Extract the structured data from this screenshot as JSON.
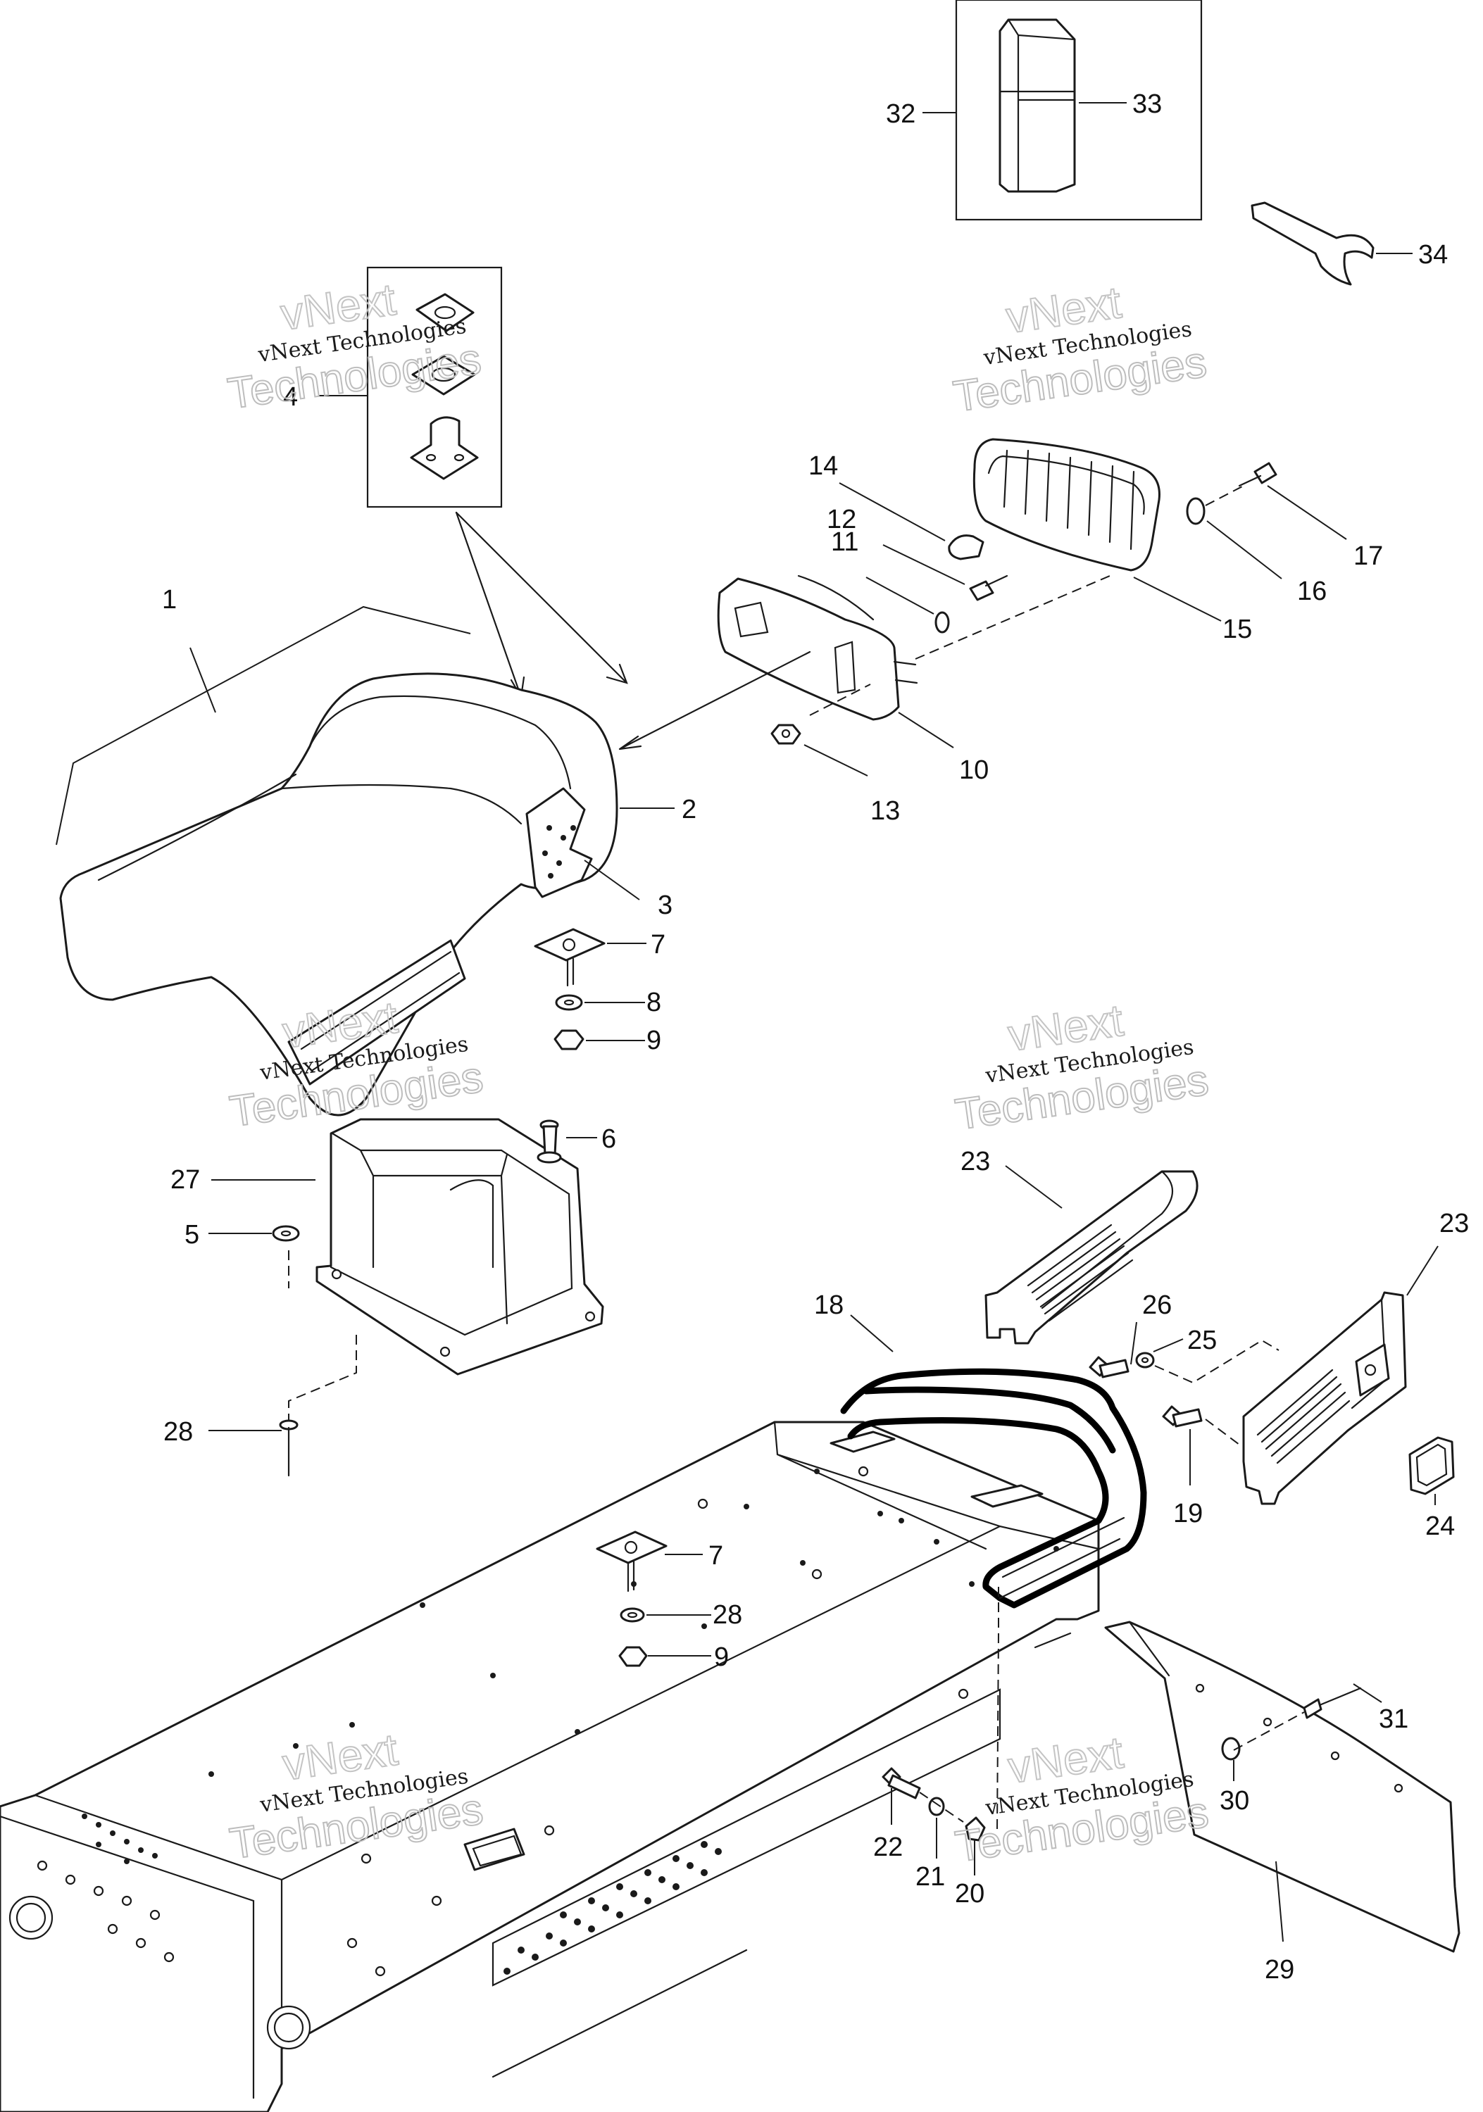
{
  "callouts": [
    "1",
    "2",
    "3",
    "4",
    "5",
    "6",
    "7",
    "8",
    "9",
    "10",
    "11",
    "12",
    "13",
    "14",
    "15",
    "16",
    "17",
    "18",
    "19",
    "20",
    "21",
    "22",
    "23",
    "24",
    "25",
    "26",
    "27",
    "28",
    "29",
    "30",
    "31",
    "32",
    "33",
    "34"
  ],
  "watermark": {
    "company": "vNext Technologies",
    "word1": "vNext",
    "word2": "Technologies"
  },
  "colors": {
    "line": "#1a1a1a",
    "watermark_outline": "#bdbdbd",
    "background": "#ffffff"
  }
}
